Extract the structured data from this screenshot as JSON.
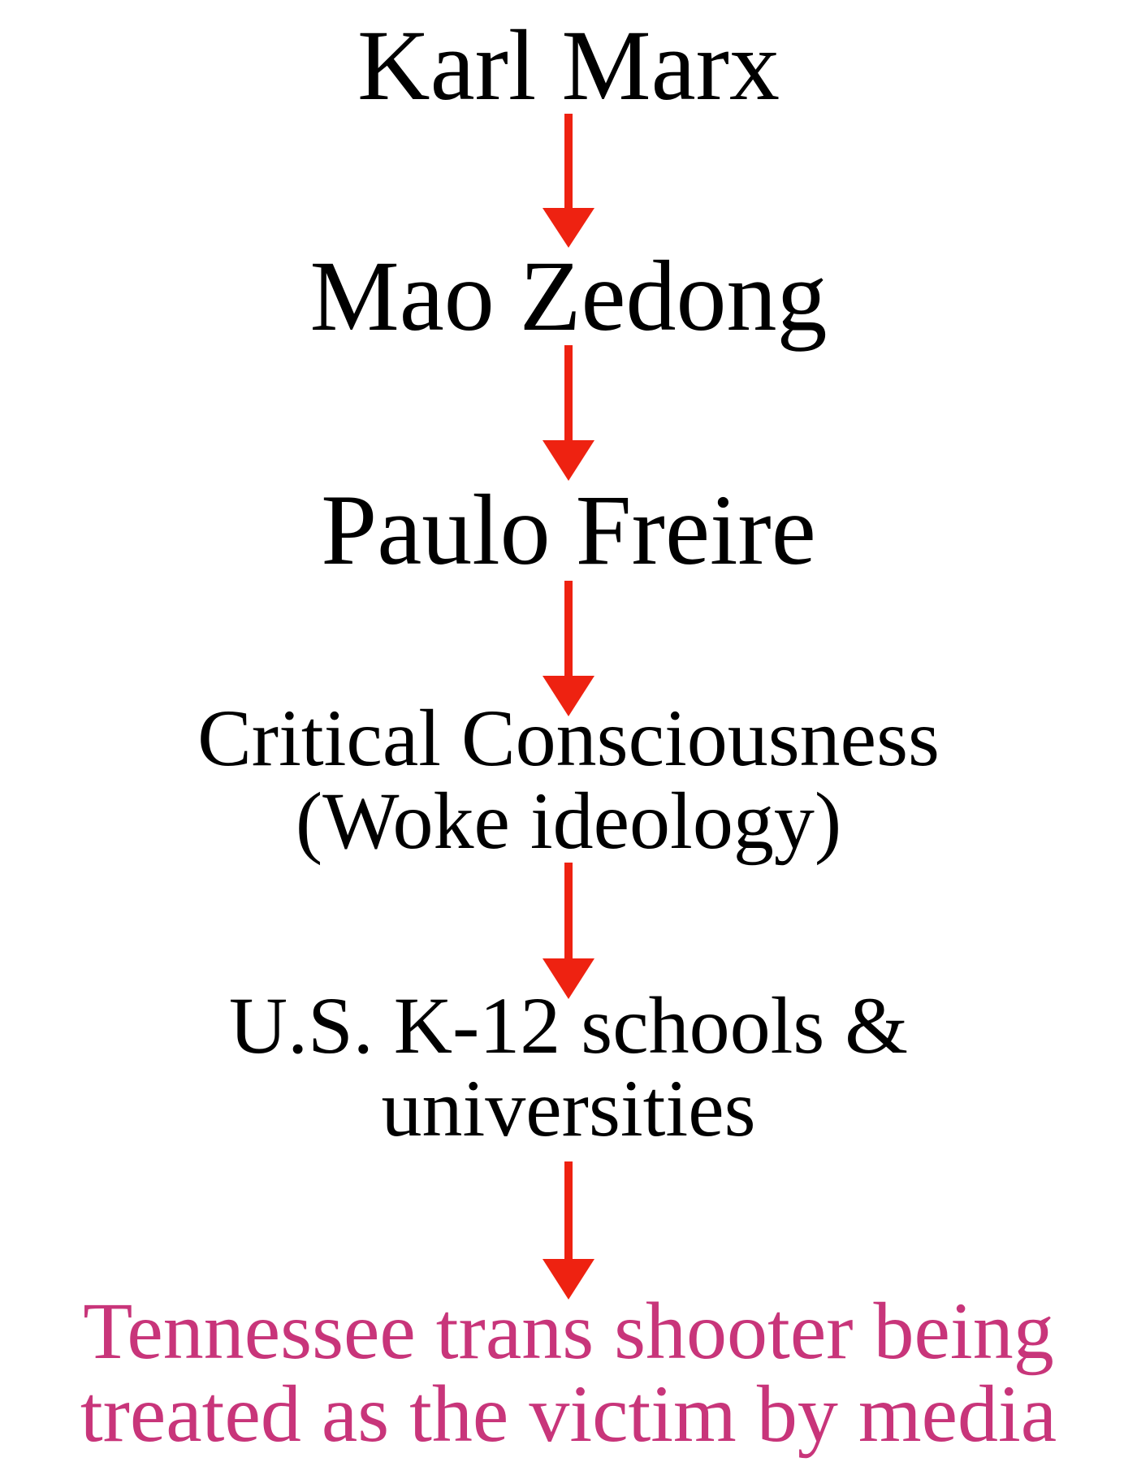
{
  "nodes": [
    {
      "lines": [
        "Karl Marx"
      ]
    },
    {
      "lines": [
        "Mao Zedong"
      ]
    },
    {
      "lines": [
        "Paulo Freire"
      ]
    },
    {
      "lines": [
        "Critical Consciousness",
        "(Woke ideology)"
      ]
    },
    {
      "lines": [
        "U.S. K-12 schools &",
        "universities"
      ]
    },
    {
      "lines": [
        "Tennessee trans shooter being",
        "treated as the victim by media"
      ]
    }
  ],
  "colors": {
    "text": "#000000",
    "final_text": "#c8357a",
    "arrow": "#ee2211",
    "background": "#ffffff"
  }
}
